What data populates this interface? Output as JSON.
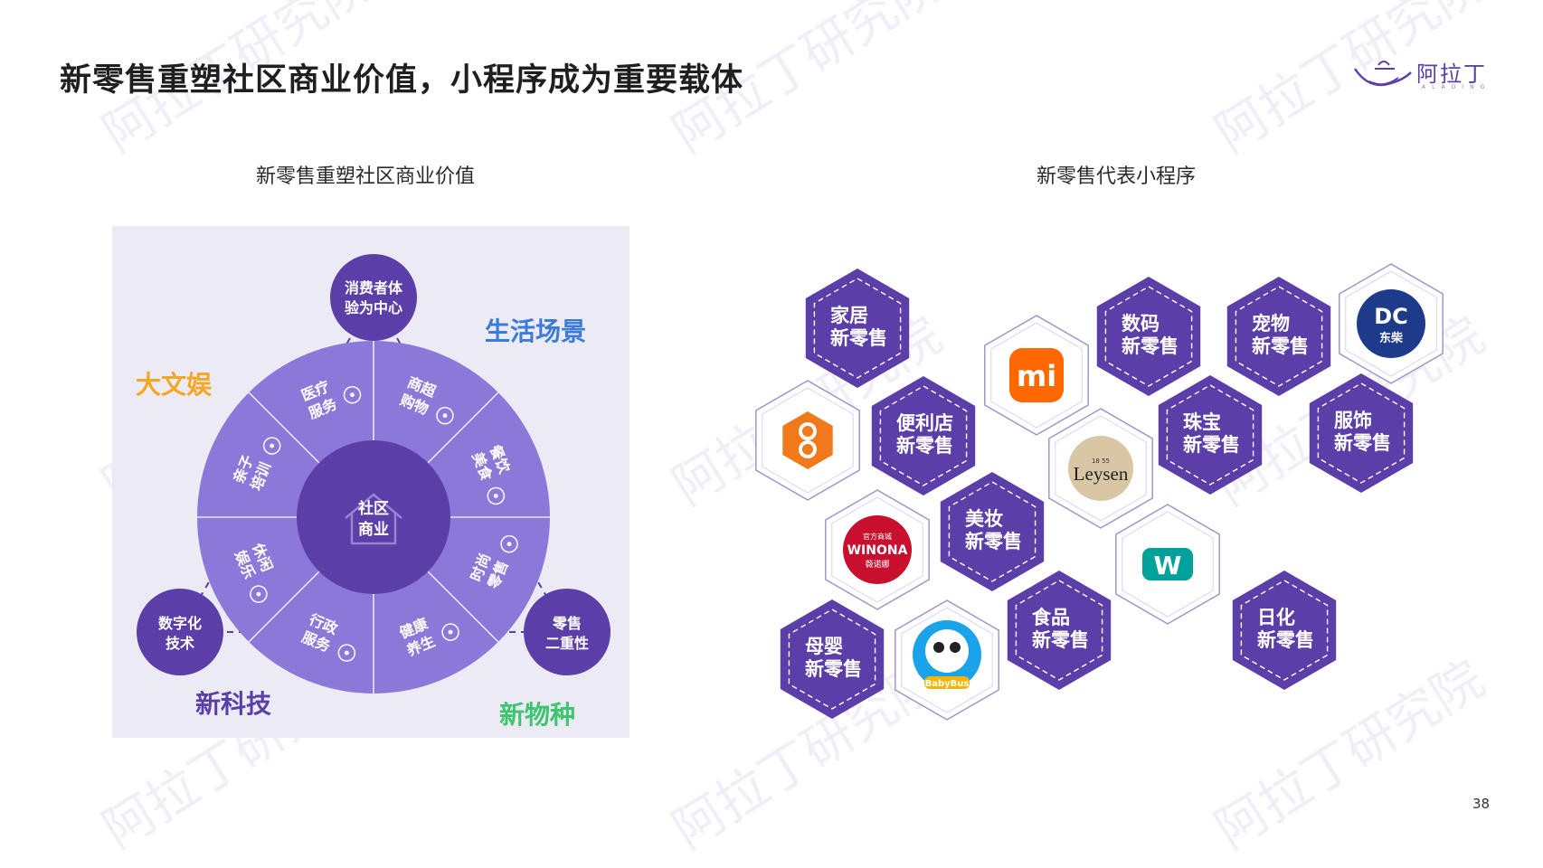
{
  "title": "新零售重塑社区商业价值，小程序成为重要载体",
  "brand": {
    "name": "阿拉丁",
    "sub": "ALADING"
  },
  "watermark": "阿拉丁研究院",
  "left_section": {
    "heading": "新零售重塑社区商业价值",
    "center": [
      "社区",
      "商业"
    ],
    "segments": [
      {
        "label": [
          "商超",
          "购物"
        ],
        "icon": "shopping-cart-icon"
      },
      {
        "label": [
          "餐饮",
          "美食"
        ],
        "icon": "food-cloche-icon"
      },
      {
        "label": [
          "时尚",
          "零售"
        ],
        "icon": "high-heel-icon"
      },
      {
        "label": [
          "健康",
          "养生"
        ],
        "icon": "meditation-icon"
      },
      {
        "label": [
          "行政",
          "服务"
        ],
        "icon": "person-service-icon"
      },
      {
        "label": [
          "休闲",
          "娱乐"
        ],
        "icon": "dumbbell-icon"
      },
      {
        "label": [
          "亲子",
          "培训"
        ],
        "icon": "parent-child-icon"
      },
      {
        "label": [
          "医疗",
          "服务"
        ],
        "icon": "stethoscope-icon"
      }
    ],
    "nodes": {
      "top": [
        "消费者体",
        "验为中心"
      ],
      "left": [
        "数字化",
        "技术"
      ],
      "right": [
        "零售",
        "二重性"
      ]
    },
    "corner_labels": {
      "left": {
        "text": "大文娱",
        "color": "#f5a623"
      },
      "right": {
        "text": "生活场景",
        "color": "#3a7bdc"
      },
      "bottom_left": {
        "text": "新科技",
        "color": "#5a3fa8"
      },
      "bottom_right": {
        "text": "新物种",
        "color": "#3cc66e"
      }
    }
  },
  "right_section": {
    "heading": "新零售代表小程序",
    "categories": [
      {
        "lines": [
          "家居",
          "新零售"
        ]
      },
      {
        "lines": [
          "便利店",
          "新零售"
        ]
      },
      {
        "lines": [
          "数码",
          "新零售"
        ]
      },
      {
        "lines": [
          "宠物",
          "新零售"
        ]
      },
      {
        "lines": [
          "珠宝",
          "新零售"
        ]
      },
      {
        "lines": [
          "服饰",
          "新零售"
        ]
      },
      {
        "lines": [
          "美妆",
          "新零售"
        ]
      },
      {
        "lines": [
          "食品",
          "新零售"
        ]
      },
      {
        "lines": [
          "母婴",
          "新零售"
        ]
      },
      {
        "lines": [
          "日化",
          "新零售"
        ]
      }
    ],
    "logos": [
      {
        "name": "orange-store-logo"
      },
      {
        "name": "xiaomi-logo",
        "text": "mi"
      },
      {
        "name": "leysen-logo",
        "text": "Leysen",
        "sub": "18 55"
      },
      {
        "name": "dongchai-logo",
        "text": "DC",
        "sub": "东柴"
      },
      {
        "name": "winona-logo",
        "text": "WINONA",
        "sub": "官方商城",
        "sub2": "薇诺娜"
      },
      {
        "name": "watsons-logo",
        "text": "W"
      },
      {
        "name": "babybus-logo",
        "text": "BabyBus"
      }
    ]
  },
  "page_number": "38",
  "colors": {
    "purple": "#5b3ea8",
    "purple_light": "#8c78d8",
    "panel_bg": "#ebeaf5",
    "hex_outline": "#5b3ea8"
  }
}
